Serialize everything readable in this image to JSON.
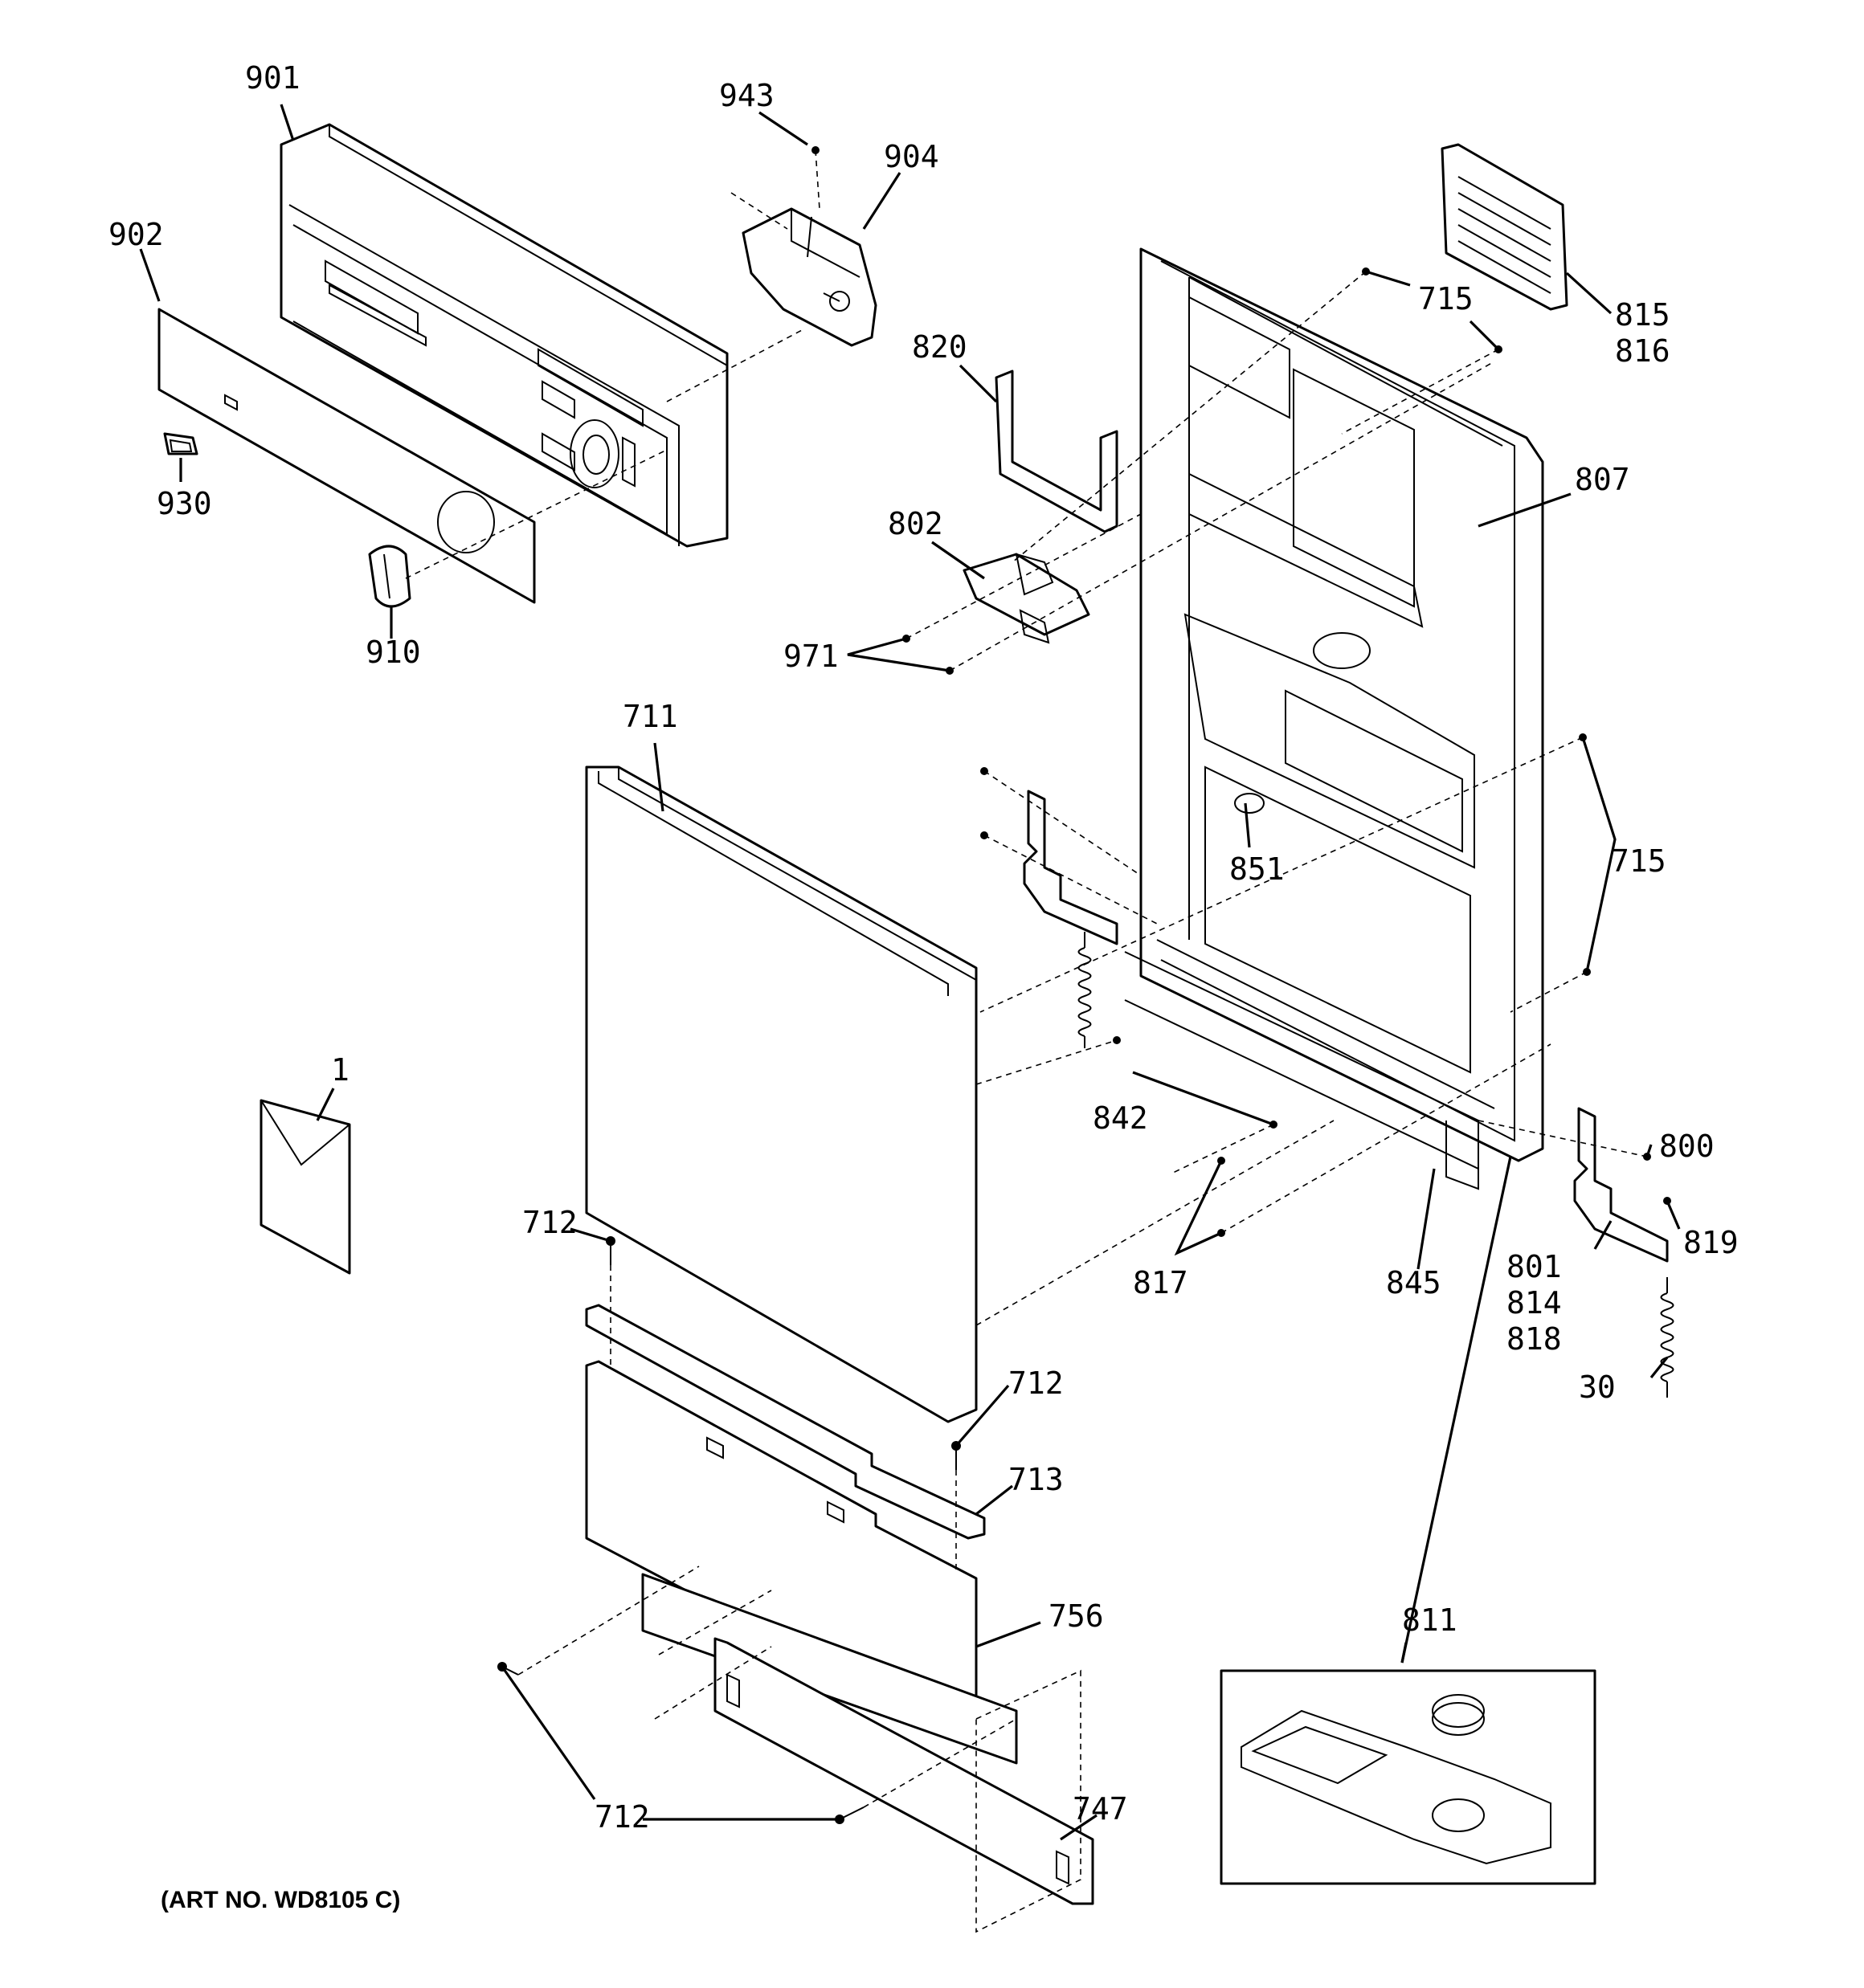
{
  "callouts": {
    "c901": "901",
    "c943": "943",
    "c904": "904",
    "c902": "902",
    "c930": "930",
    "c910": "910",
    "c820": "820",
    "c802": "802",
    "c971": "971",
    "c715a": "715",
    "c815": "815",
    "c816": "816",
    "c807": "807",
    "c711": "711",
    "c851": "851",
    "c715b": "715",
    "c1": "1",
    "c842": "842",
    "c800": "800",
    "c712a": "712",
    "c817": "817",
    "c845": "845",
    "c801": "801",
    "c814": "814",
    "c818": "818",
    "c819": "819",
    "c712b": "712",
    "c30": "30",
    "c713": "713",
    "c811": "811",
    "c756": "756",
    "c712c": "712",
    "c747": "747"
  },
  "art_number": "(ART NO. WD8105 C)"
}
